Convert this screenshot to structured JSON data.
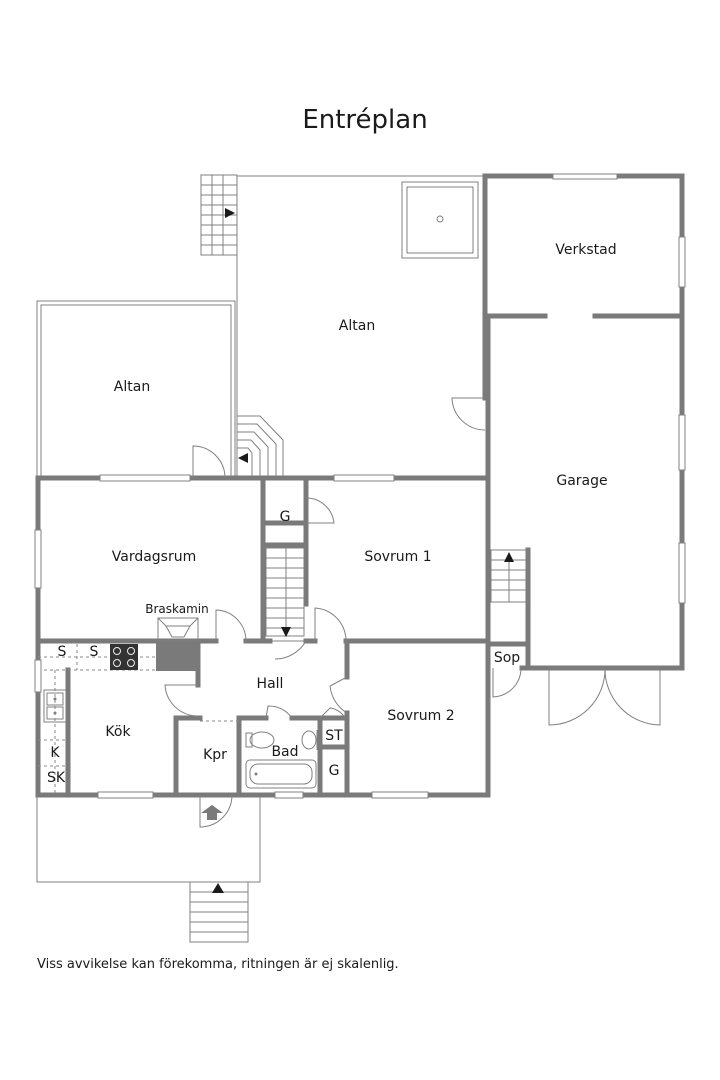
{
  "title": "Entréplan",
  "rooms": {
    "altan_top": "Altan",
    "altan_left": "Altan",
    "verkstad": "Verkstad",
    "garage": "Garage",
    "vardagsrum": "Vardagsrum",
    "braskamin": "Braskamin",
    "sovrum1": "Sovrum 1",
    "sovrum2": "Sovrum 2",
    "hall": "Hall",
    "kok": "Kök",
    "kpr": "Kpr",
    "bad": "Bad",
    "st": "ST",
    "g1": "G",
    "g2": "G",
    "sop": "Sop",
    "s1": "S",
    "s2": "S",
    "k": "K",
    "sk": "SK"
  },
  "footer_note": "Viss avvikelse kan förekomma, ritningen är ej skalenlig.",
  "colors": {
    "wall": "#7a7a7a",
    "line": "#808080",
    "text": "#1a1a1a"
  }
}
